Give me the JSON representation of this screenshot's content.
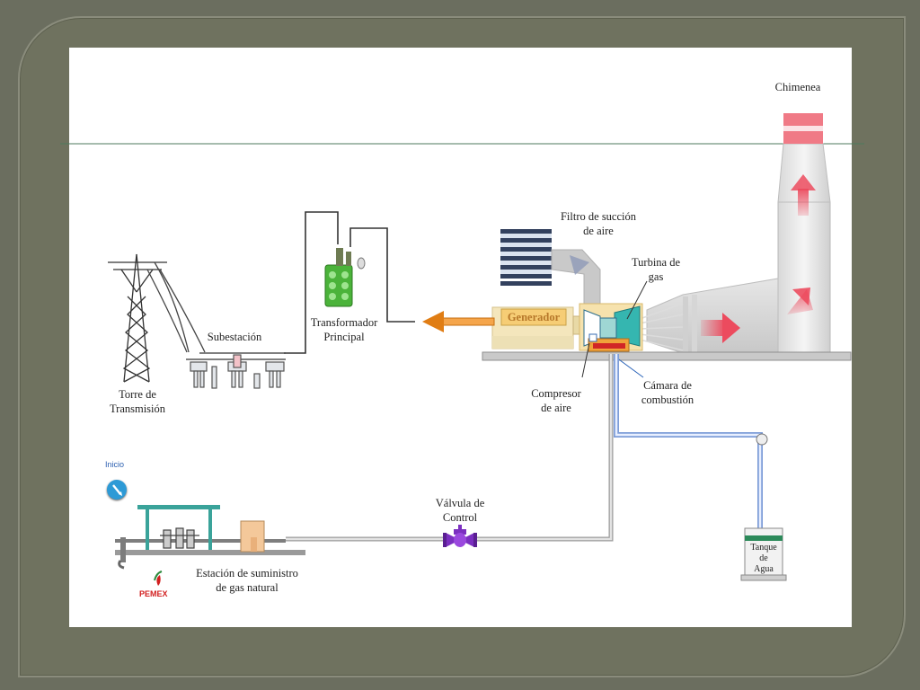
{
  "labels": {
    "chimenea": "Chimenea",
    "filtro": [
      "Filtro de succión",
      "de aire"
    ],
    "turbina": [
      "Turbina de",
      "gas"
    ],
    "generador": "Generador",
    "transformador": [
      "Transformador",
      "Principal"
    ],
    "subestacion": "Subestación",
    "torre": [
      "Torre de",
      "Transmisión"
    ],
    "compresor": [
      "Compresor",
      "de aire"
    ],
    "camara": [
      "Cámara de",
      "combustión"
    ],
    "valvula": [
      "Válvula de",
      "Control"
    ],
    "estacion": [
      "Estación de suministro",
      "de gas natural"
    ],
    "tanque": [
      "Tanque",
      "de",
      "Agua"
    ],
    "inicio": "Inicio",
    "pemex": "PEMEX"
  },
  "colors": {
    "background": "#6b6e5f",
    "slide": "#ffffff",
    "generator": "#f3e3b4",
    "transformer": "#4bb33a",
    "arrow_power": "#e07d14",
    "flow_red": "#ec4b5e",
    "water_pipe": "#8fb0e8",
    "valve": "#7b2fc0",
    "start_button": "#2d9ad6"
  },
  "icons": {
    "start": "info-arrow-icon",
    "pemex": "pemex-logo-icon"
  }
}
